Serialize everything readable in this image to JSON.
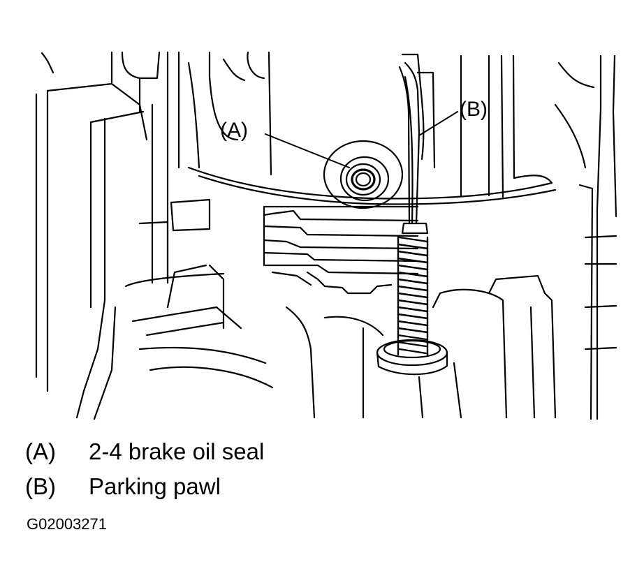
{
  "callouts": {
    "a": "(A)",
    "b": "(B)"
  },
  "legend": [
    {
      "key": "(A)",
      "label": "2-4 brake oil seal"
    },
    {
      "key": "(B)",
      "label": "Parking pawl"
    }
  ],
  "figure_id": "G02003271"
}
